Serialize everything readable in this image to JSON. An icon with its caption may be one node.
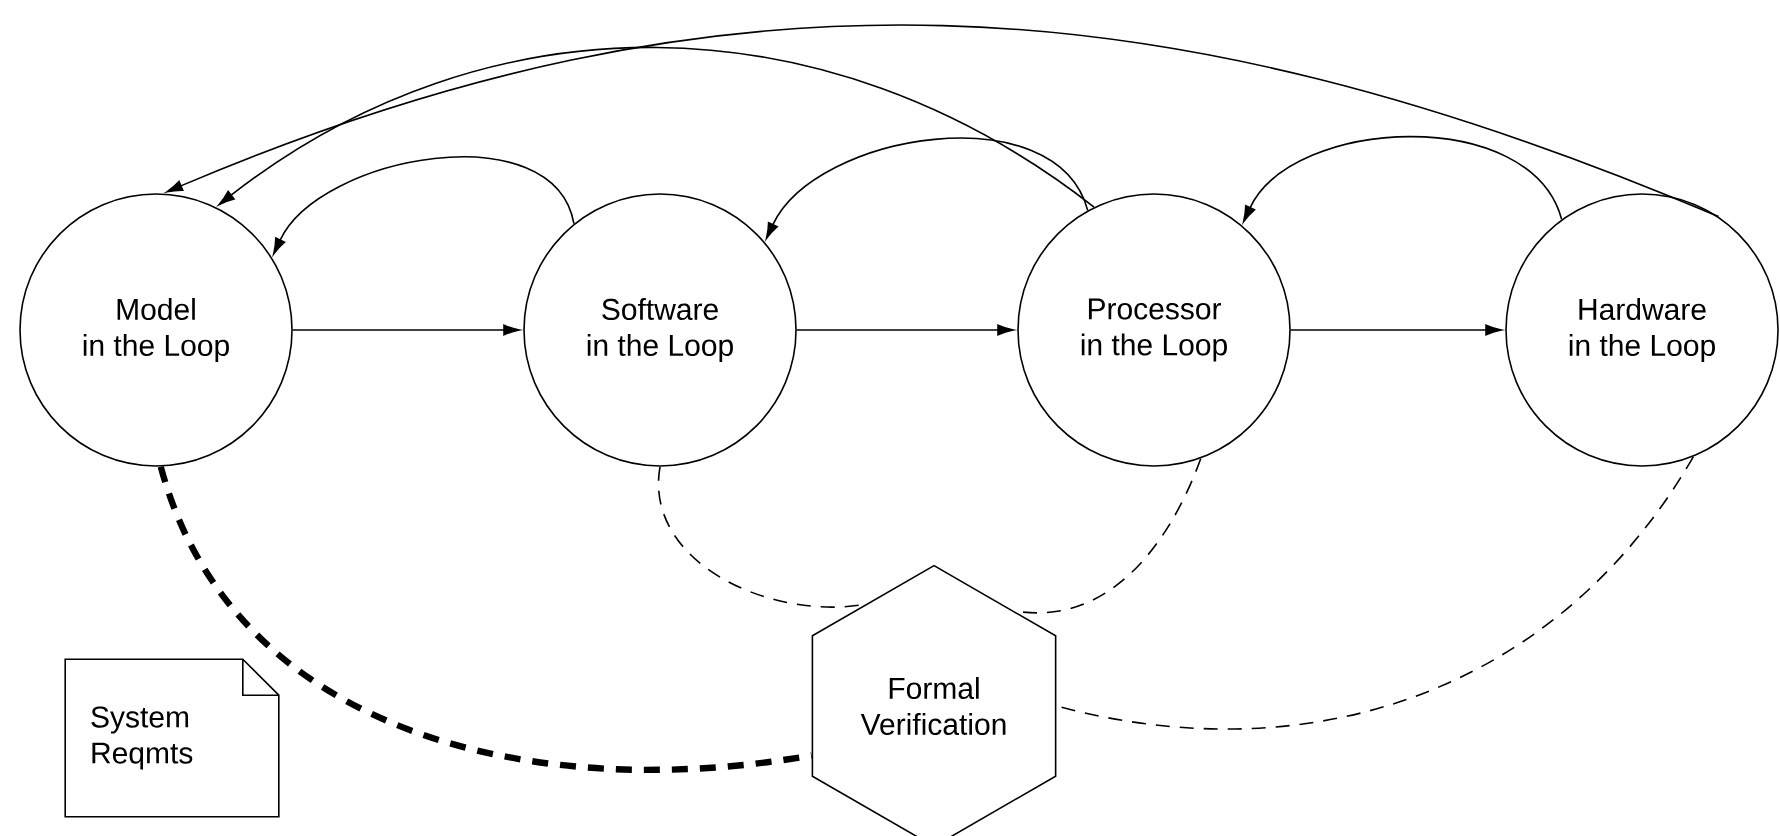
{
  "diagram": {
    "nodes": [
      {
        "text": [
          "Model in the Loop"
        ]
      },
      {
        "text": [
          "Software in the Loop"
        ]
      },
      {
        "text": [
          "Processor in the Loop"
        ]
      },
      {
        "text": [
          "Hardware in the Loop"
        ]
      },
      {
        "text": [
          "Formal Verification"
        ]
      },
      {
        "text": [
          "System Reqmts"
        ]
      }
    ],
    "edges": [
      {
        "from": 0,
        "to": 1,
        "arrow": "to"
      },
      {
        "from": 1,
        "to": 2,
        "arrow": "to"
      },
      {
        "from": 2,
        "to": 3,
        "arrow": "to"
      },
      {
        "from": 1,
        "to": 0,
        "arrow": "to"
      },
      {
        "from": 2,
        "to": 1,
        "arrow": "to"
      },
      {
        "from": 3,
        "to": 2,
        "arrow": "to"
      },
      {
        "from": 2,
        "to": 0,
        "arrow": "to"
      },
      {
        "from": 3,
        "to": 0,
        "arrow": "to"
      },
      {
        "from": 0,
        "to": 4,
        "arrow": "none",
        "style": "dashed"
      },
      {
        "from": 1,
        "to": 4,
        "arrow": "none",
        "style": "dashed"
      },
      {
        "from": 2,
        "to": 4,
        "arrow": "none",
        "style": "dashed"
      },
      {
        "from": 3,
        "to": 4,
        "arrow": "none",
        "style": "dashed"
      }
    ]
  }
}
